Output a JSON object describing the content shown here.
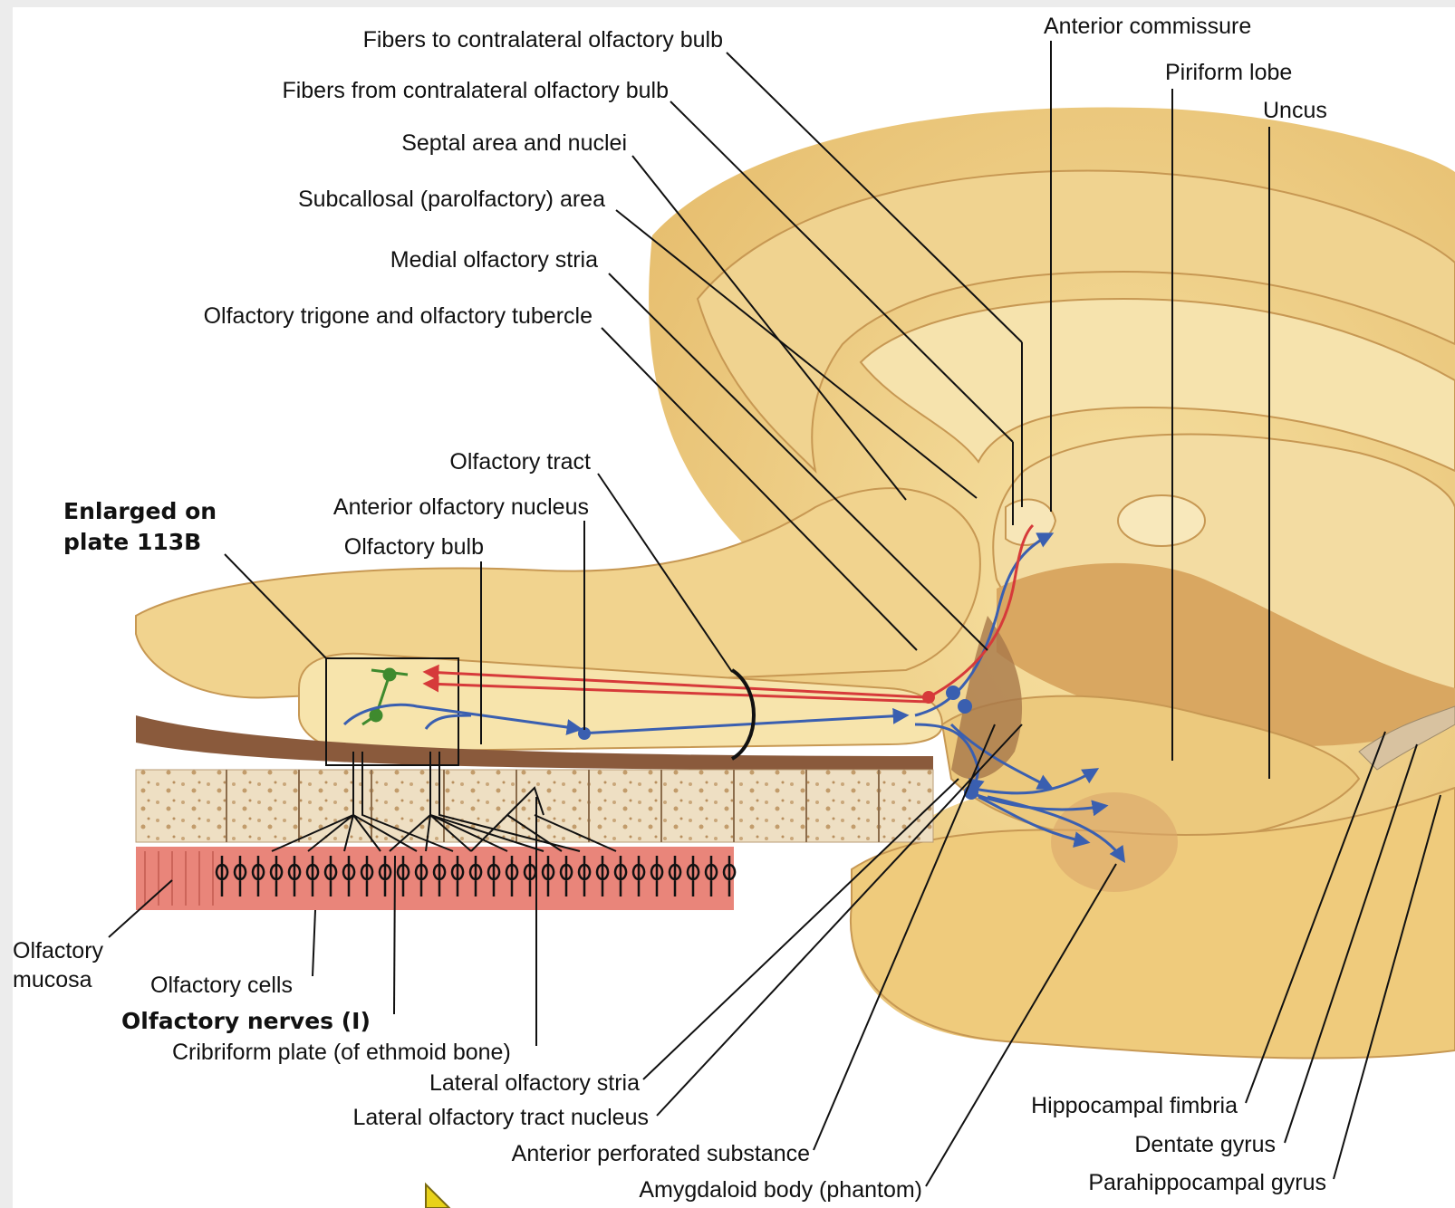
{
  "labels": {
    "fibers_to_contralateral": "Fibers to contralateral olfactory bulb",
    "fibers_from_contralateral": "Fibers from contralateral olfactory bulb",
    "septal_area": "Septal area and nuclei",
    "subcallosal_area": "Subcallosal (parolfactory) area",
    "medial_olfactory_stria": "Medial olfactory stria",
    "olfactory_trigone": "Olfactory trigone and olfactory tubercle",
    "anterior_commissure": "Anterior commissure",
    "piriform_lobe": "Piriform lobe",
    "uncus": "Uncus",
    "olfactory_tract": "Olfactory tract",
    "anterior_olfactory_nucleus": "Anterior olfactory nucleus",
    "olfactory_bulb": "Olfactory bulb",
    "enlarged_on_plate_line1": "Enlarged on",
    "enlarged_on_plate_line2": "plate 113B",
    "olfactory_mucosa_line1": "Olfactory",
    "olfactory_mucosa_line2": "mucosa",
    "olfactory_cells": "Olfactory cells",
    "olfactory_nerves": "Olfactory nerves (I)",
    "cribriform_plate": "Cribriform plate (of ethmoid bone)",
    "lateral_olfactory_stria": "Lateral olfactory stria",
    "lateral_olfactory_tract_nucleus": "Lateral olfactory tract nucleus",
    "anterior_perforated_substance": "Anterior perforated substance",
    "amygdaloid_body": "Amygdaloid body (phantom)",
    "hippocampal_fimbria": "Hippocampal fimbria",
    "dentate_gyrus": "Dentate gyrus",
    "parahippocampal_gyrus": "Parahippocampal gyrus"
  },
  "colors": {
    "page_background": "#ececec",
    "canvas_background": "#ffffff",
    "brain_tissue": "#f2d68f",
    "brain_shadow": "#d9a95c",
    "bone": "#eedfc3",
    "mucosa": "#e9857a",
    "afferent_pathway": "#3a5fb0",
    "efferent_pathway": "#d63a3a",
    "mitral_cells": "#3f8a2e",
    "leader_lines": "#111111"
  }
}
